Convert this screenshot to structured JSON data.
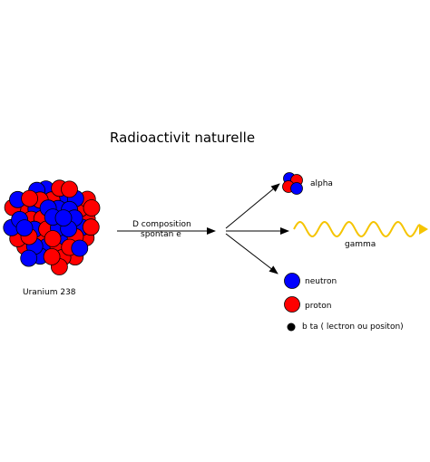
{
  "title": "Radioactivit   naturelle",
  "nucleus_label": "Uranium 238",
  "process_label_line1": "D  composition",
  "process_label_line2": "spontan  e",
  "products": {
    "alpha": "alpha",
    "gamma": "gamma"
  },
  "legend": {
    "neutron": "neutron",
    "proton": "proton",
    "beta": "b  ta (  lectron ou positon)"
  },
  "colors": {
    "proton": "#ff0000",
    "neutron": "#0000ff",
    "particle_outline": "#000000",
    "beta": "#000000",
    "gamma_wave": "#f5c400",
    "arrow": "#000000"
  }
}
